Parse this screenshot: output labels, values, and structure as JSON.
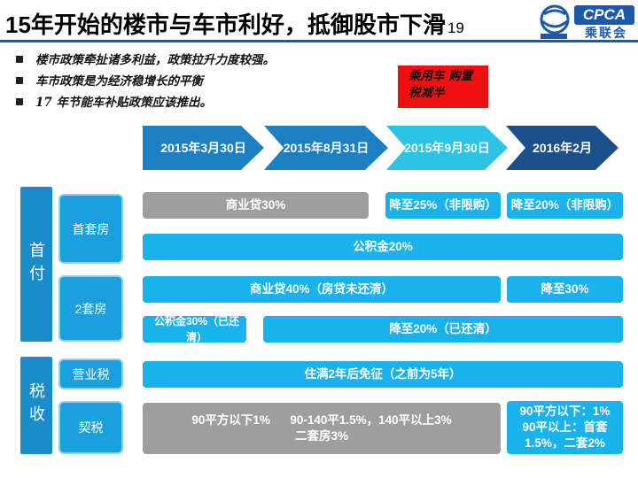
{
  "title": {
    "prefix": "15",
    "text": "年开始的楼市与车市利好，抵御股市下滑",
    "page_number": "19"
  },
  "logo": {
    "icon": "cpca-globe-logo-icon",
    "brand": "CPCA",
    "chinese": "乘联会"
  },
  "bullets": [
    "楼市政策牵扯诸多利益，政策拉升力度较强。",
    "车市政策是为经济稳增长的平衡",
    "17 年节能车补贴政策应该推出。"
  ],
  "highlight_box": "乘用车 购置税减半",
  "timeline": [
    "2015年3月30日",
    "2015年8月31日",
    "2015年9月30日",
    "2016年2月"
  ],
  "groups": {
    "down_payment": "首付",
    "tax": "税收"
  },
  "rows": {
    "first_home": "首套房",
    "second_home": "2套房",
    "business_tax": "营业税",
    "deed_tax": "契税"
  },
  "bars": {
    "first_home_commercial": "商业贷30%",
    "first_home_cut_25": "降至25%（非限购）",
    "first_home_cut_20": "降至20%（非限购）",
    "first_home_fund": "公积金20%",
    "second_home_commercial": "商业贷40%（房贷未还清）",
    "second_home_cut_30": "降至30%",
    "second_home_fund": "公积金30%（已还清）",
    "second_home_cut_20": "降至20%（已还清）",
    "business_tax": "住满2年后免征（之前为5年）",
    "deed_tax_before_line1": "90平方以下1%      90-140平1.5%，140平以上3%",
    "deed_tax_before_line2": "二套房3%",
    "deed_tax_after_line1": "90平方以下：1%",
    "deed_tax_after_line2": "90平以上：首套",
    "deed_tax_after_line3": "1.5%，二套2%"
  },
  "colors": {
    "title_rule": "#1c5aa8",
    "highlight_box": "#f01010",
    "bar": "#19b3ec",
    "bar_gray": "#9e9e9e",
    "arrow_1": "#1b7fc4",
    "arrow_2": "#1b7fc4",
    "arrow_3": "#2cc3e6",
    "arrow_4": "#1a4f8c"
  }
}
